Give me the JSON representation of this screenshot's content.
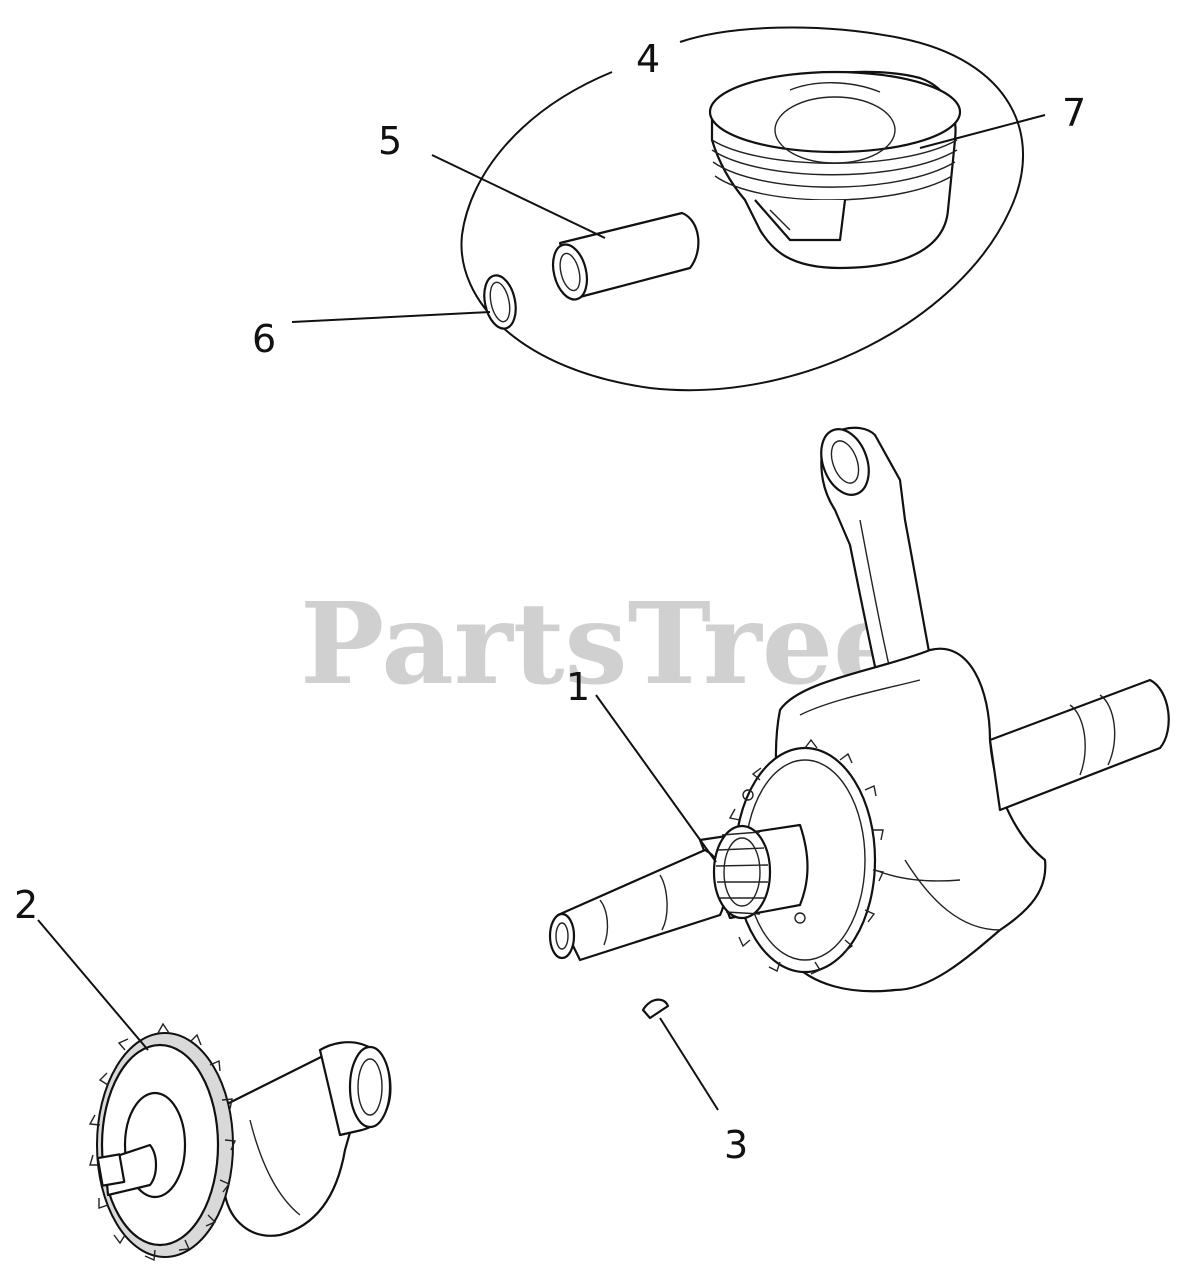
{
  "watermark": "PartsTree",
  "callouts": {
    "c1": "1",
    "c2": "2",
    "c3": "3",
    "c4": "4",
    "c5": "5",
    "c6": "6",
    "c7": "7"
  },
  "parts": [
    {
      "callout": "1",
      "icon": "crankshaft-assembly-icon"
    },
    {
      "callout": "2",
      "icon": "balancer-shaft-gear-icon"
    },
    {
      "callout": "3",
      "icon": "woodruff-key-icon"
    },
    {
      "callout": "4",
      "icon": "piston-kit-outline-icon"
    },
    {
      "callout": "5",
      "icon": "piston-pin-icon"
    },
    {
      "callout": "6",
      "icon": "snap-ring-icon"
    },
    {
      "callout": "7",
      "icon": "piston-ring-set-icon"
    }
  ]
}
